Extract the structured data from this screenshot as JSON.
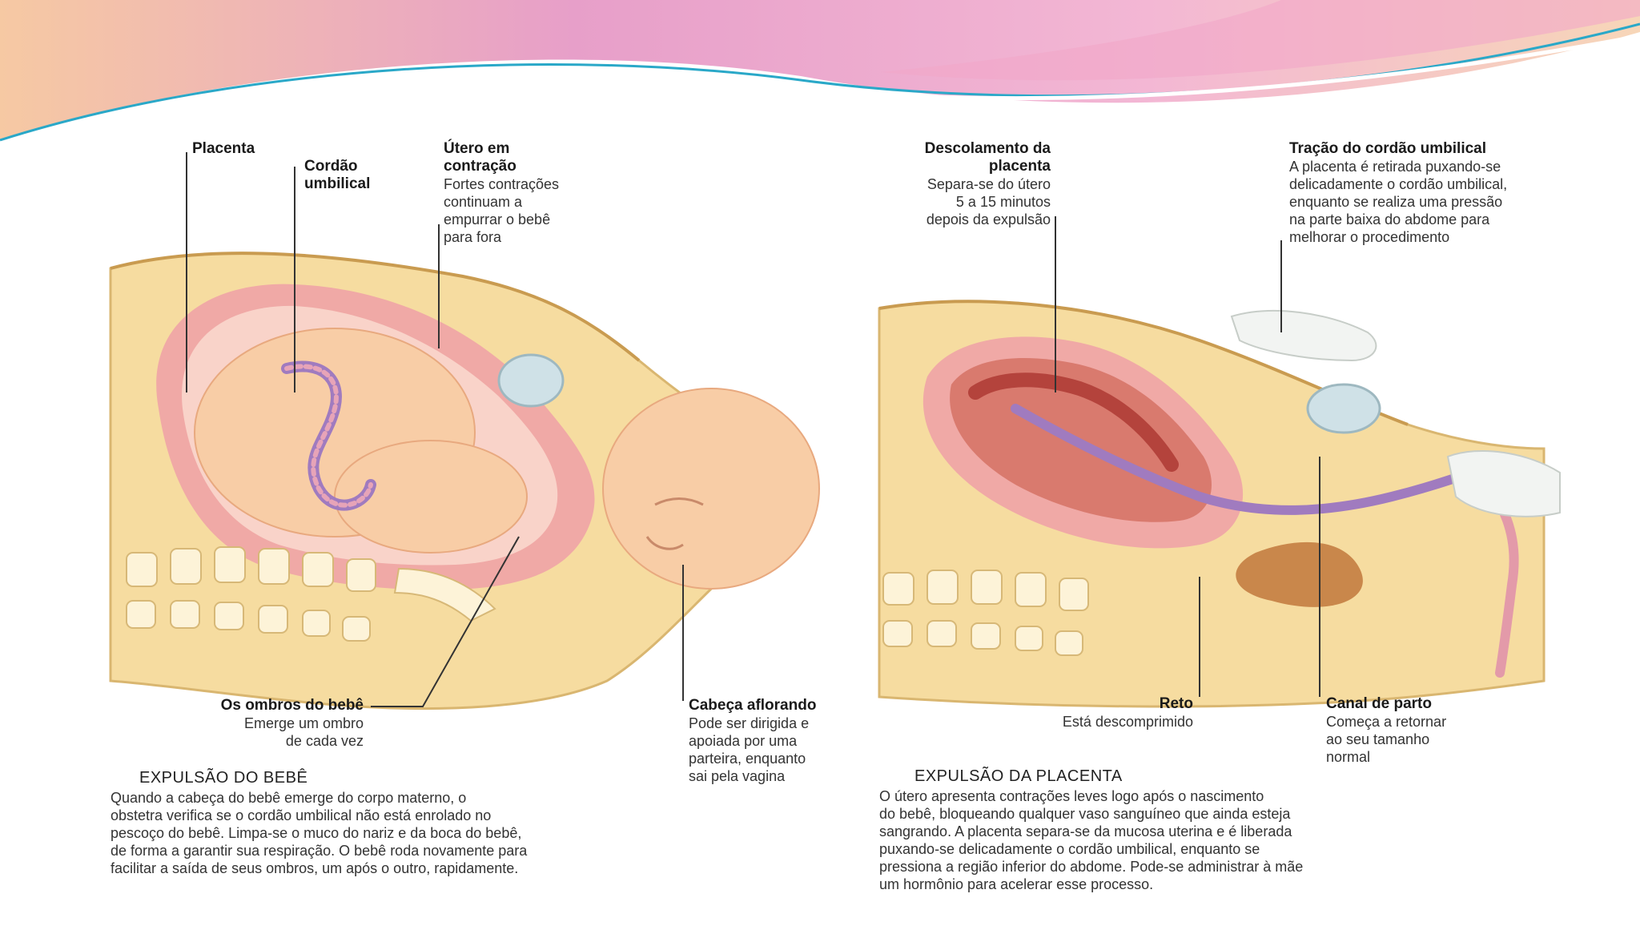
{
  "colors": {
    "banner_pink": "#e7a6cf",
    "banner_peach": "#f7d2b5",
    "banner_line": "#2aa8c8",
    "skin": "#f6dca0",
    "uterus_pink": "#f0a9a6",
    "uterus_inner": "#f9d3c9",
    "baby": "#f8cda6",
    "placenta_dark": "#b4433c",
    "bone": "#fdf3d8"
  },
  "left_panel": {
    "labels": {
      "placenta": {
        "title": "Placenta"
      },
      "cordao": {
        "title": "Cordão\numbilical"
      },
      "utero": {
        "title": "Útero em\ncontração",
        "desc": "Fortes contrações\ncontinuam a\nempurrar o bebê\npara fora"
      },
      "ombros": {
        "title": "Os ombros do bebê",
        "desc": "Emerge um ombro\nde cada vez"
      },
      "cabeca": {
        "title": "Cabeça aflorando",
        "desc": "Pode ser dirigida e\napoiada por uma\nparteira, enquanto\nsai pela vagina"
      }
    },
    "section_title": "EXPULSÃO DO BEBÊ",
    "section_text": "      Quando a cabeça do bebê emerge do corpo materno, o\nobstetra verifica se o cordão umbilical não está enrolado no\npescoço do bebê. Limpa-se o muco do nariz e da boca do bebê,\nde forma a garantir sua respiração. O bebê roda novamente para\nfacilitar a saída de seus ombros, um após o outro, rapidamente."
  },
  "right_panel": {
    "labels": {
      "descolamento": {
        "title": "Descolamento da\nplacenta",
        "desc": "Separa-se do útero\n5 a 15 minutos\ndepois da expulsão"
      },
      "tracao": {
        "title": "Tração do cordão umbilical",
        "desc": "A placenta é retirada puxando-se\ndelicadamente o cordão umbilical,\nenquanto se realiza uma pressão\nna parte baixa do abdome para\nmelhorar o procedimento"
      },
      "reto": {
        "title": "Reto",
        "desc": "Está descomprimido"
      },
      "canal": {
        "title": "Canal de parto",
        "desc": "Começa a retornar\nao seu tamanho\nnormal"
      }
    },
    "section_title": "EXPULSÃO DA PLACENTA",
    "section_text": "      O útero apresenta contrações leves logo após o nascimento\ndo bebê, bloqueando qualquer vaso sanguíneo que ainda esteja\nsangrando. A placenta separa-se da mucosa uterina e é liberada\npuxando-se delicadamente o cordão umbilical, enquanto se\npressiona a região inferior do abdome. Pode-se administrar à mãe\num hormônio para acelerar esse processo."
  }
}
